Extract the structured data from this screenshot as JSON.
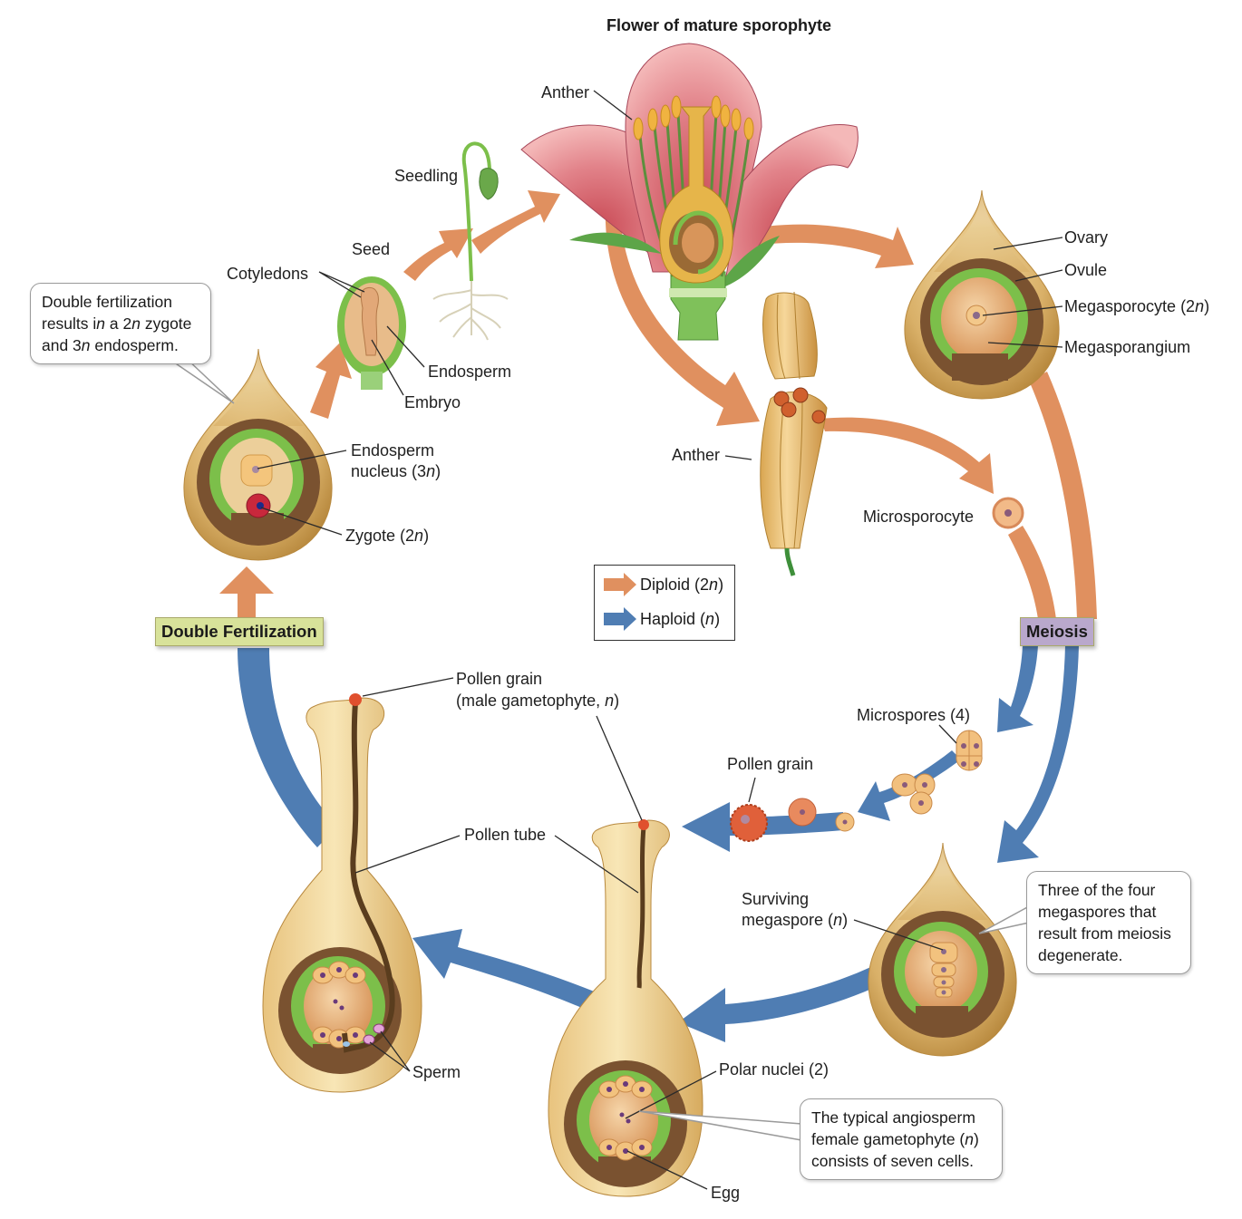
{
  "diagram": {
    "title": "Flower of mature sporophyte",
    "colors": {
      "diploid": "#e0905f",
      "haploid": "#4f7db3",
      "fertilization_box": "#d8e29a",
      "meiosis_box": "#b9a8cc",
      "petal": "#e07a7f",
      "ovule_wall": "#d9b36a",
      "megasporangium": "#7a5230",
      "integument": "#7cbf4a"
    },
    "legend": {
      "diploid_label": "Diploid (2n)",
      "haploid_label": "Haploid (n)"
    },
    "stages": {
      "double_fertilization": "Double Fertilization",
      "meiosis": "Meiosis"
    },
    "labels": {
      "anther_top": "Anther",
      "seedling": "Seedling",
      "seed": "Seed",
      "cotyledons": "Cotyledons",
      "endosperm": "Endosperm",
      "embryo": "Embryo",
      "endosperm_nucleus_1": "Endosperm",
      "endosperm_nucleus_2": "nucleus (3n)",
      "zygote": "Zygote (2n)",
      "ovary": "Ovary",
      "ovule": "Ovule",
      "megasporocyte": "Megasporocyte (2n)",
      "megasporangium": "Megasporangium",
      "anther_mid": "Anther",
      "microsporocyte": "Microsporocyte",
      "microspores": "Microspores (4)",
      "pollen_grain_mid": "Pollen grain",
      "pollen_grain_male_1": "Pollen grain",
      "pollen_grain_male_2": "(male gametophyte, n)",
      "pollen_tube": "Pollen tube",
      "surviving_megaspore_1": "Surviving",
      "surviving_megaspore_2": "megaspore (n)",
      "sperm": "Sperm",
      "polar_nuclei": "Polar nuclei (2)",
      "egg": "Egg"
    },
    "callouts": {
      "double_fertilization": [
        "Double fertilization",
        "results in a 2n zygote",
        "and 3n endosperm."
      ],
      "megaspores": [
        "Three of the four",
        "megaspores that",
        "result from meiosis",
        "degenerate."
      ],
      "female_gametophyte": [
        "The typical angiosperm",
        "female gametophyte (n)",
        "consists of seven cells."
      ]
    }
  }
}
